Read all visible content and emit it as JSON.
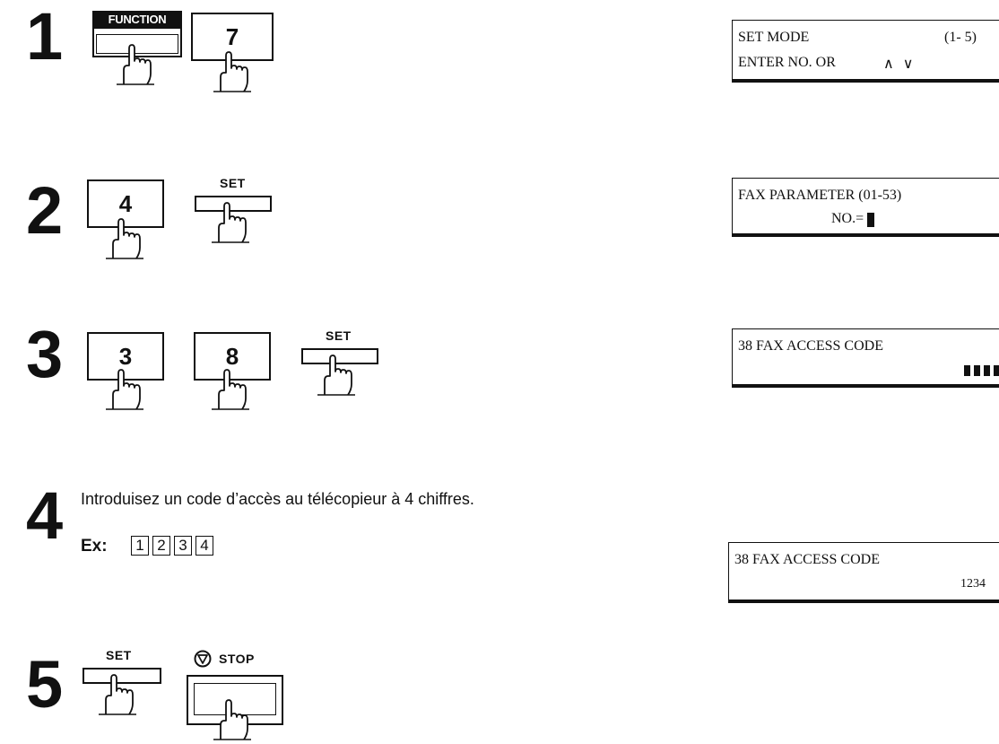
{
  "steps": [
    {
      "number": "1"
    },
    {
      "number": "2"
    },
    {
      "number": "3"
    },
    {
      "number": "4"
    },
    {
      "number": "5"
    }
  ],
  "keys": {
    "function": "FUNCTION",
    "seven": "7",
    "four": "4",
    "three": "3",
    "eight": "8",
    "set": "SET",
    "stop": "STOP"
  },
  "step4": {
    "instruction": "Introduisez un code d’accès au télécopieur à 4 chiffres.",
    "example_label": "Ex:",
    "example_digits": [
      "1",
      "2",
      "3",
      "4"
    ]
  },
  "displays": {
    "d1": {
      "line1_left": "SET MODE",
      "line1_right": "(1- 5)",
      "line2_left": "ENTER NO. OR",
      "line2_right": "∧ ∨"
    },
    "d2": {
      "line1": "FAX PARAMETER (01-53)",
      "line2": "NO.="
    },
    "d3": {
      "line1": "38 FAX ACCESS CODE"
    },
    "d4": {
      "line1": "38 FAX ACCESS CODE",
      "line2": "1234"
    }
  },
  "icons": {
    "finger": "pressing-finger-icon",
    "stop": "stop-icon"
  }
}
